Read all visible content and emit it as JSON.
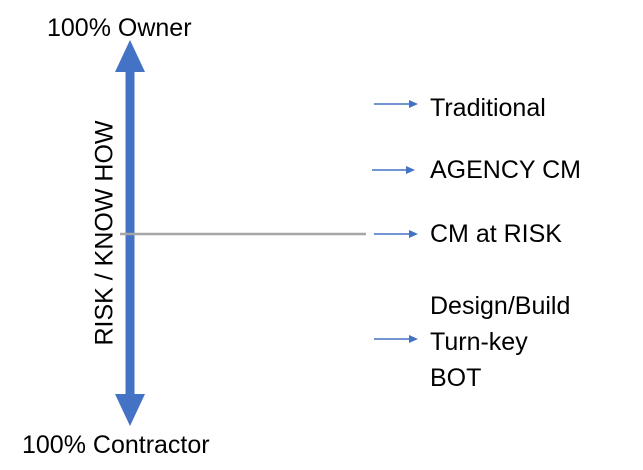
{
  "diagram": {
    "top_label": "100% Owner",
    "bottom_label": "100% Contractor",
    "axis_label": "RISK / KNOW HOW",
    "categories": [
      {
        "lines": [
          "Traditional"
        ]
      },
      {
        "lines": [
          "AGENCY CM"
        ]
      },
      {
        "lines": [
          "CM at RISK"
        ]
      },
      {
        "lines": [
          "Design/Build",
          "Turn-key",
          "BOT"
        ]
      }
    ],
    "colors": {
      "axis_arrow": "#4472C4",
      "small_arrows": "#4472C4",
      "divider_line": "#A6A6A6",
      "text": "#000000"
    }
  }
}
